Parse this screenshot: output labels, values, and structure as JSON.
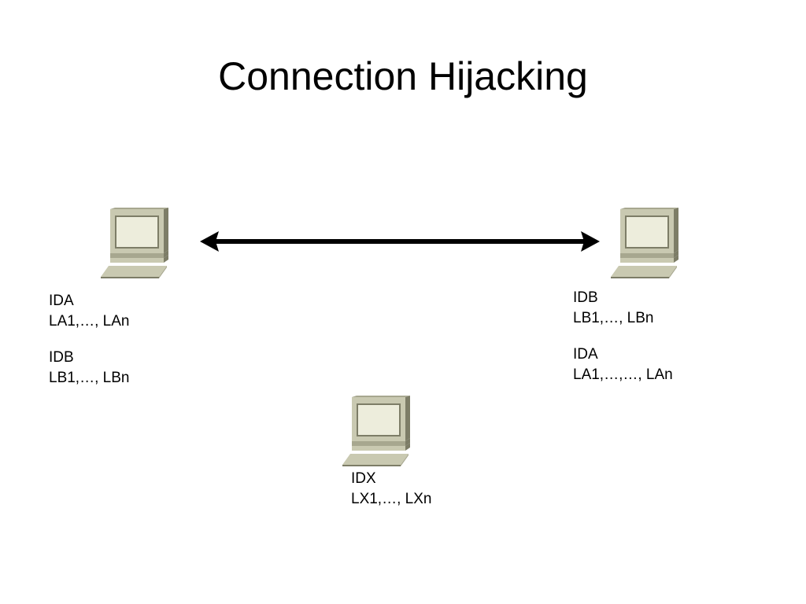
{
  "slide": {
    "title": "Connection Hijacking"
  },
  "nodes": {
    "a": {
      "icon": "computer-icon",
      "groups": [
        {
          "id": "IDA",
          "labels": "LA1,…, LAn"
        },
        {
          "id": "IDB",
          "labels": "LB1,…, LBn"
        }
      ]
    },
    "b": {
      "icon": "computer-icon",
      "groups": [
        {
          "id": "IDB",
          "labels": "LB1,…, LBn"
        },
        {
          "id": "IDA",
          "labels": "LA1,…,…, LAn"
        }
      ]
    },
    "x": {
      "icon": "computer-icon",
      "groups": [
        {
          "id": "IDX",
          "labels": "LX1,…, LXn"
        }
      ]
    }
  },
  "edges": [
    {
      "from": "a",
      "to": "b",
      "style": "double-arrow"
    }
  ],
  "colors": {
    "computer_body": "#c9c9b1",
    "computer_shade": "#a7a78f",
    "computer_dark": "#7d7d67",
    "screen": "#ededdc",
    "arrow": "#000000"
  }
}
